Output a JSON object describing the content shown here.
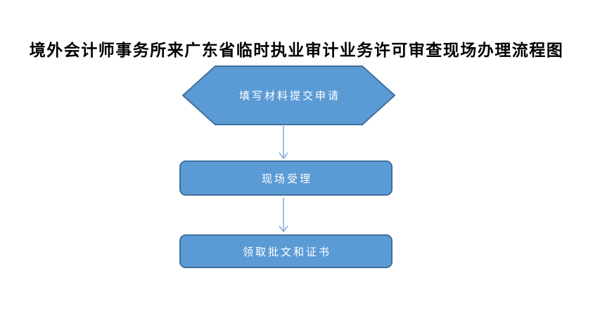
{
  "title": "境外会计师事务所来广东省临时执业审计业务许可审查现场办理流程图",
  "flowchart": {
    "colors": {
      "shape_fill": "#5b9bd5",
      "shape_border": "#41719c",
      "arrow": "#85acdb",
      "shape_text": "#ffffff",
      "title_text": "#000000",
      "background": "#ffffff"
    },
    "steps": [
      {
        "id": "step-1",
        "shape": "hexagon",
        "label": "填写材料提交申请"
      },
      {
        "id": "step-2",
        "shape": "rounded-rectangle",
        "label": "现场受理"
      },
      {
        "id": "step-3",
        "shape": "rounded-rectangle",
        "label": "领取批文和证书"
      }
    ],
    "connectors": [
      {
        "from": "step-1",
        "to": "step-2",
        "type": "straight-arrow-down"
      },
      {
        "from": "step-2",
        "to": "step-3",
        "type": "straight-arrow-down"
      }
    ]
  }
}
